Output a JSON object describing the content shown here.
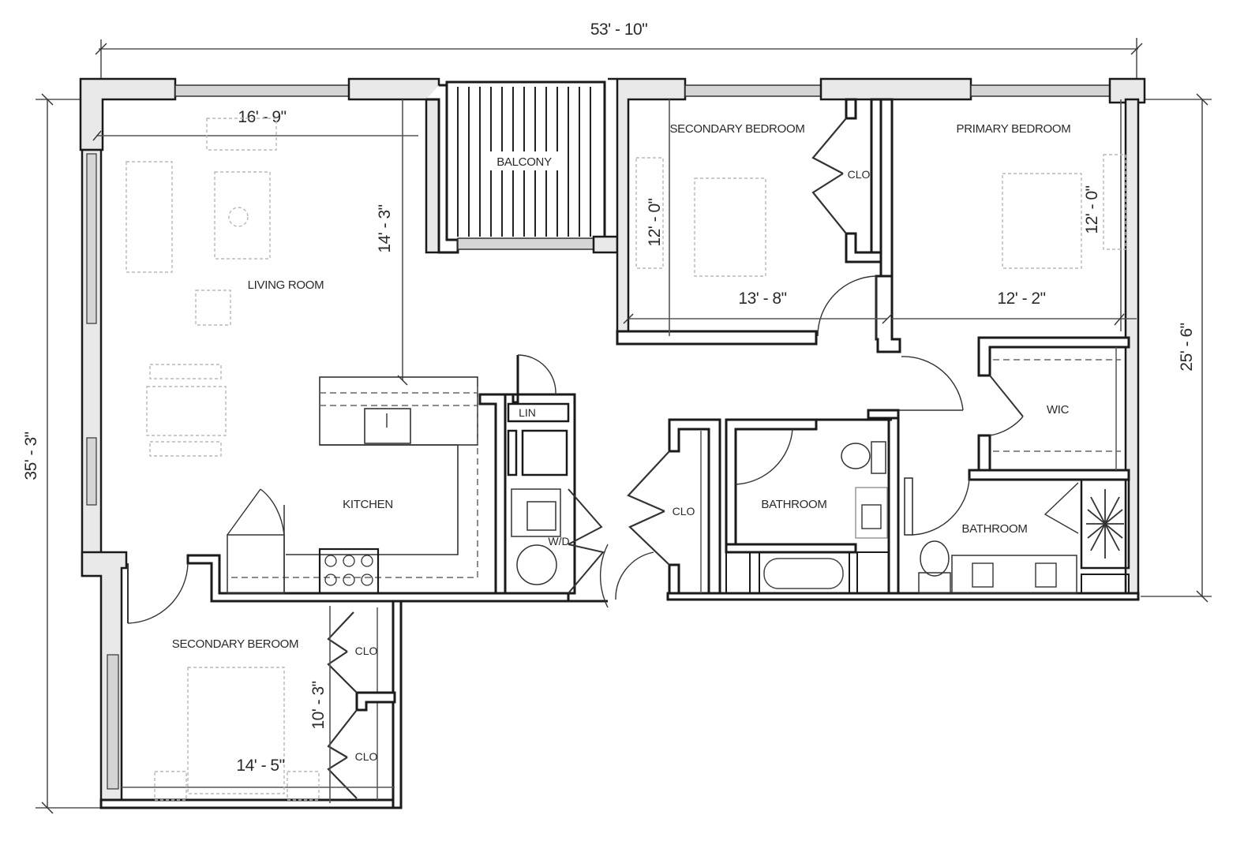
{
  "plan": {
    "overall_dimensions": {
      "width": "53' - 10\"",
      "depth_left": "35' - 3\"",
      "depth_right": "25' - 6\""
    },
    "rooms": {
      "living_room": {
        "label": "LIVING ROOM",
        "width": "16' - 9\"",
        "depth": "14' - 3\""
      },
      "balcony": {
        "label": "BALCONY"
      },
      "kitchen": {
        "label": "KITCHEN"
      },
      "linen": {
        "label": "LIN"
      },
      "laundry": {
        "label": "W/D"
      },
      "hall_closet": {
        "label": "CLO"
      },
      "secondary_bedroom_1": {
        "label": "SECONDARY BEDROOM",
        "width": "13' - 8\"",
        "depth": "12' - 0\"",
        "closet": "CLO"
      },
      "primary_bedroom": {
        "label": "PRIMARY BEDROOM",
        "width": "12' - 2\"",
        "depth": "12' - 0\""
      },
      "walk_in_closet": {
        "label": "WIC"
      },
      "bathroom_1": {
        "label": "BATHROOM"
      },
      "bathroom_2": {
        "label": "BATHROOM"
      },
      "secondary_bedroom_2": {
        "label": "SECONDARY BEROOM",
        "width": "14' - 5\"",
        "depth": "10' - 3\"",
        "closet_1": "CLO",
        "closet_2": "CLO"
      }
    }
  }
}
